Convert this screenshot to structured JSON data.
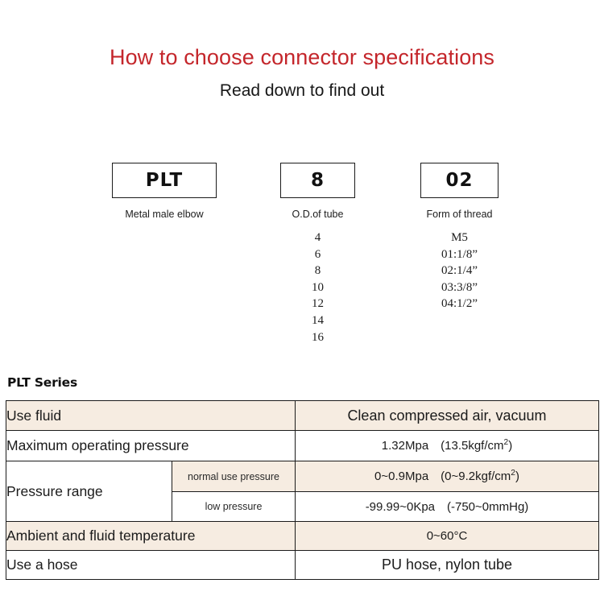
{
  "header": {
    "title": "How to choose connector specifications",
    "subtitle": "Read down to find out",
    "title_color": "#c4262b"
  },
  "code_builder": {
    "columns": [
      {
        "code": "PLT",
        "caption": "Metal male elbow",
        "options": []
      },
      {
        "code": "8",
        "caption": "O.D.of tube",
        "options": [
          "4",
          "6",
          "8",
          "10",
          "12",
          "14",
          "16"
        ]
      },
      {
        "code": "02",
        "caption": "Form of thread",
        "options": [
          "M5",
          "01:1/8”",
          "02:1/4”",
          "03:3/8”",
          "04:1/2”"
        ]
      }
    ]
  },
  "series": {
    "heading": "PLT Series",
    "shade_color": "#f6ece1",
    "rows": [
      {
        "label": "Use fluid",
        "sub": null,
        "value": "Clean compressed air, vacuum",
        "value_size": "big",
        "shaded": true
      },
      {
        "label": "Maximum operating pressure",
        "sub": null,
        "value_prefix": "1.32Mpa (13.5kgf/cm",
        "value_sup": "2",
        "value_suffix": ")",
        "value_size": "small",
        "shaded": false
      },
      {
        "label": "Pressure range",
        "sub": "normal use pressure",
        "value_prefix": "0~0.9Mpa (0~9.2kgf/cm",
        "value_sup": "2",
        "value_suffix": ")",
        "value_size": "small",
        "shaded": true
      },
      {
        "label": "",
        "sub": "low pressure",
        "value": "-99.99~0Kpa (-750~0mmHg)",
        "value_size": "small",
        "shaded": false
      },
      {
        "label": "Ambient and fluid temperature",
        "sub": null,
        "value": "0~60°C",
        "value_size": "small",
        "shaded": true
      },
      {
        "label": "Use a hose",
        "sub": null,
        "value": "PU hose, nylon tube",
        "value_size": "big",
        "shaded": false
      }
    ]
  }
}
